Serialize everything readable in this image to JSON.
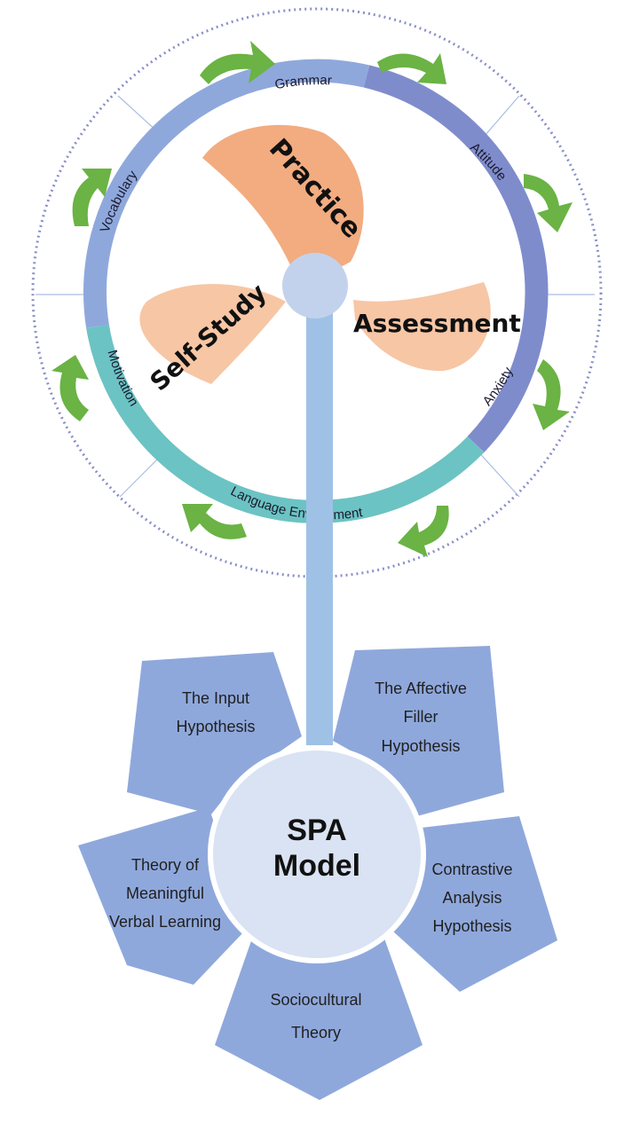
{
  "ring": {
    "grammar": "Grammar",
    "attitude": "Attitude",
    "anxiety": "Anxiety",
    "vocabulary": "Vocabulary",
    "motivation": "Motivation",
    "language_environment": "Language  Environment"
  },
  "blades": {
    "practice": "Practice",
    "self_study": "Self-Study",
    "assessment": "Assessment"
  },
  "center": {
    "line1": "SPA",
    "line2": "Model"
  },
  "theories": {
    "input": [
      "The Input",
      "Hypothesis"
    ],
    "affective": [
      "The Affective",
      "Filler",
      "Hypothesis"
    ],
    "meaningful": [
      "Theory of",
      "Meaningful",
      "Verbal Learning"
    ],
    "contrastive": [
      "Contrastive",
      "Analysis",
      "Hypothesis"
    ],
    "sociocultural": [
      "Sociocultural",
      "Theory"
    ]
  },
  "colors": {
    "ring_blue": "#8fa8dc",
    "ring_purple": "#7f8ccc",
    "ring_teal": "#6cc3c3",
    "blade_dark": "#f2ac80",
    "blade_light": "#f7c6a5",
    "arrow_green": "#6ab344",
    "petal": "#8fa8dc",
    "center_fill": "#dae3f3"
  }
}
